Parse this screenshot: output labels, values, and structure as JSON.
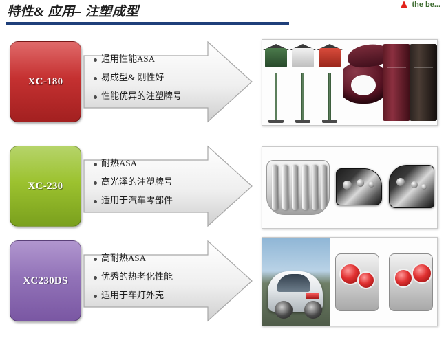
{
  "header": {
    "title": "特性& 应用– 注塑成型",
    "logo_text": "the be..."
  },
  "rows": [
    {
      "grade": "XC-180",
      "color": "#c53131",
      "bullets": [
        "通用性能ASA",
        "易成型& 刚性好",
        "性能优异的注塑牌号"
      ],
      "photo_label": "mailboxes-toilet-seat-cabinets"
    },
    {
      "grade": "XC-230",
      "color": "#9cc22f",
      "bullets": [
        "耐热ASA",
        "高光泽的注塑牌号",
        "适用于汽车零部件"
      ],
      "photo_label": "car-grille-and-headlamps"
    },
    {
      "grade": "XC230DS",
      "color": "#9273b8",
      "bullets": [
        "高耐热ASA",
        "优秀的热老化性能",
        "适用于车灯外壳"
      ],
      "photo_label": "sedan-and-taillamps"
    }
  ],
  "styles": {
    "title_rule_color": "#1f3f7a",
    "arrow_fill_start": "#fdfdfd",
    "arrow_fill_end": "#d9d9d9",
    "arrow_border": "#a6a6a6"
  }
}
